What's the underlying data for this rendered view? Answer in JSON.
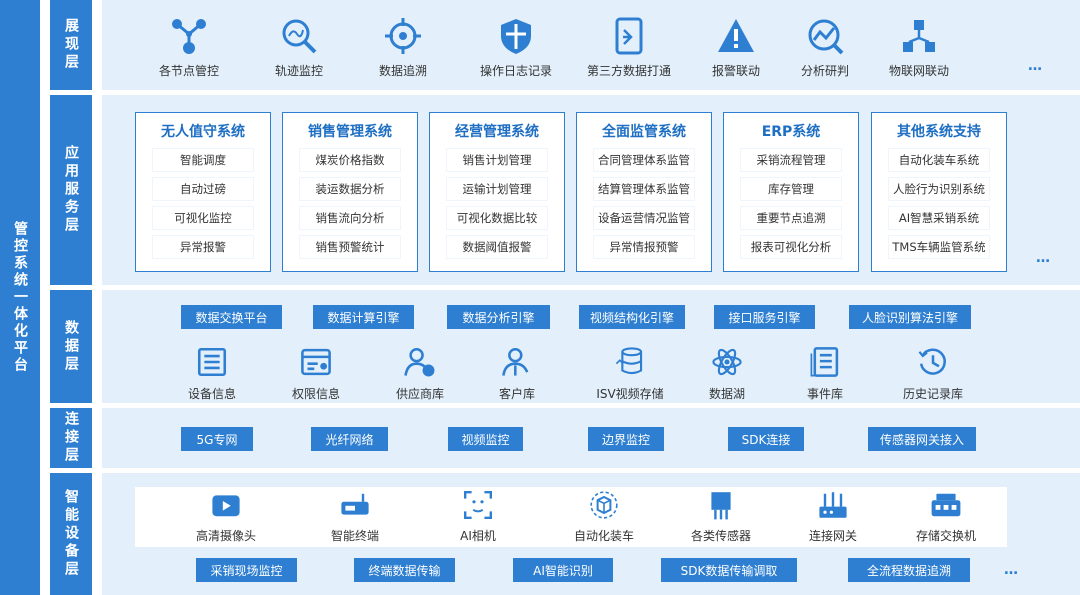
{
  "platform_title": "管控系统一体化平台",
  "layers": {
    "presentation": "展现层",
    "application": "应用服务层",
    "data": "数据层",
    "connection": "连接层",
    "device": "智能设备层"
  },
  "presentation_items": [
    {
      "label": "各节点管控",
      "icon": "node-network-icon"
    },
    {
      "label": "轨迹监控",
      "icon": "trajectory-search-icon"
    },
    {
      "label": "数据追溯",
      "icon": "crosshair-target-icon"
    },
    {
      "label": "操作日志记录",
      "icon": "shield-icon"
    },
    {
      "label": "第三方数据打通",
      "icon": "document-arrow-icon"
    },
    {
      "label": "报警联动",
      "icon": "warning-triangle-icon"
    },
    {
      "label": "分析研判",
      "icon": "analysis-chart-icon"
    },
    {
      "label": "物联网联动",
      "icon": "iot-cubes-icon"
    }
  ],
  "ellipsis": "…",
  "systems": [
    {
      "title": "无人值守系统",
      "items": [
        "智能调度",
        "自动过磅",
        "可视化监控",
        "异常报警"
      ]
    },
    {
      "title": "销售管理系统",
      "items": [
        "煤炭价格指数",
        "装运数据分析",
        "销售流向分析",
        "销售预警统计"
      ]
    },
    {
      "title": "经营管理系统",
      "items": [
        "销售计划管理",
        "运输计划管理",
        "可视化数据比较",
        "数据阈值报警"
      ]
    },
    {
      "title": "全面监管系统",
      "items": [
        "合同管理体系监管",
        "结算管理体系监管",
        "设备运营情况监管",
        "异常情报预警"
      ]
    },
    {
      "title": "ERP系统",
      "items": [
        "采销流程管理",
        "库存管理",
        "重要节点追溯",
        "报表可视化分析"
      ]
    },
    {
      "title": "其他系统支持",
      "items": [
        "自动化装车系统",
        "人脸行为识别系统",
        "AI智慧采销系统",
        "TMS车辆监管系统"
      ]
    }
  ],
  "data_engines": [
    "数据交换平台",
    "数据计算引擎",
    "数据分析引擎",
    "视频结构化引擎",
    "接口服务引擎",
    "人脸识别算法引擎"
  ],
  "data_items": [
    {
      "label": "设备信息",
      "icon": "device-list-icon"
    },
    {
      "label": "权限信息",
      "icon": "permission-card-icon"
    },
    {
      "label": "供应商库",
      "icon": "supplier-user-icon"
    },
    {
      "label": "客户库",
      "icon": "customer-user-icon"
    },
    {
      "label": "ISV视频存储",
      "icon": "database-sync-icon"
    },
    {
      "label": "数据湖",
      "icon": "atom-icon"
    },
    {
      "label": "事件库",
      "icon": "event-list-icon"
    },
    {
      "label": "历史记录库",
      "icon": "history-clock-icon"
    }
  ],
  "connections": [
    "5G专网",
    "光纤网络",
    "视频监控",
    "边界监控",
    "SDK连接",
    "传感器网关接入"
  ],
  "devices": [
    {
      "label": "高清摄像头",
      "icon": "video-camera-icon"
    },
    {
      "label": "智能终端",
      "icon": "terminal-router-icon"
    },
    {
      "label": "AI相机",
      "icon": "face-scan-icon"
    },
    {
      "label": "自动化装车",
      "icon": "auto-loading-icon"
    },
    {
      "label": "各类传感器",
      "icon": "sensor-icon"
    },
    {
      "label": "连接网关",
      "icon": "gateway-icon"
    },
    {
      "label": "存储交换机",
      "icon": "storage-switch-icon"
    }
  ],
  "device_functions": [
    "采销现场监控",
    "终端数据传输",
    "AI智能识别",
    "SDK数据传输调取",
    "全流程数据追溯"
  ],
  "colors": {
    "primary": "#2e7fd1",
    "band": "#e3f0fb",
    "title": "#1e6fc4"
  }
}
